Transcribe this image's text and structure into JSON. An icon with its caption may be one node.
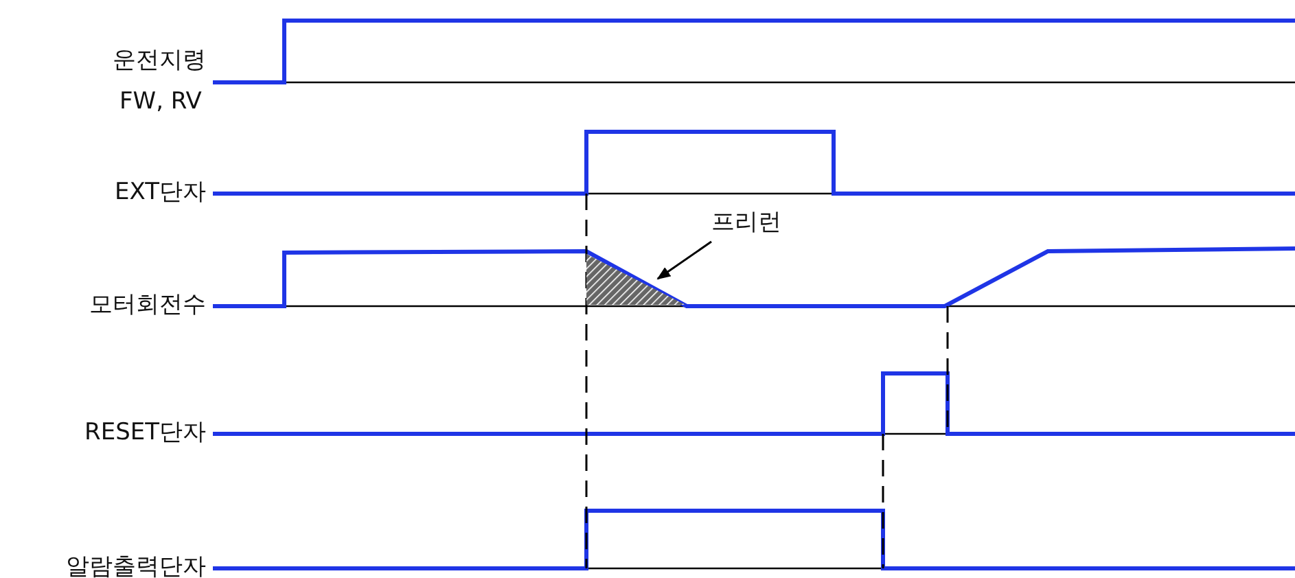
{
  "diagram": {
    "nodes": [
      {
        "text": [
          "프리런"
        ]
      },
      {
        "text": [],
        "shape": "triangle"
      }
    ],
    "edges": [
      {
        "from": 0,
        "to": 1,
        "arrow": "to"
      }
    ],
    "labels": [
      "운전지령",
      "FW, RV",
      "EXT단자",
      "모터회전수",
      "RESET단자",
      "알람출력단자"
    ]
  }
}
